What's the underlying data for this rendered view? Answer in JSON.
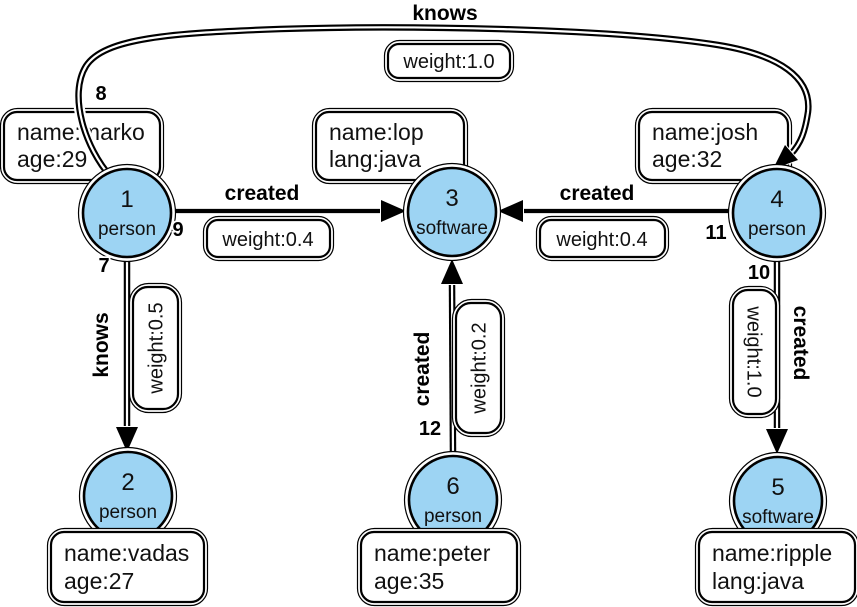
{
  "colors": {
    "node_fill": "#9dd4f3",
    "stroke": "#000000",
    "box_fill": "#ffffff",
    "background": "#ffffff"
  },
  "nodes": [
    {
      "id": "1",
      "type": "person",
      "props": [
        "name:marko",
        "age:29"
      ]
    },
    {
      "id": "2",
      "type": "person",
      "props": [
        "name:vadas",
        "age:27"
      ]
    },
    {
      "id": "3",
      "type": "software",
      "props": [
        "name:lop",
        "lang:java"
      ]
    },
    {
      "id": "4",
      "type": "person",
      "props": [
        "name:josh",
        "age:32"
      ]
    },
    {
      "id": "5",
      "type": "software",
      "props": [
        "name:ripple",
        "lang:java"
      ]
    },
    {
      "id": "6",
      "type": "person",
      "props": [
        "name:peter",
        "age:35"
      ]
    }
  ],
  "edges": [
    {
      "id": "8",
      "label": "knows",
      "weight_label": "weight:1.0",
      "from": "1",
      "to": "4"
    },
    {
      "id": "9",
      "label": "created",
      "weight_label": "weight:0.4",
      "from": "1",
      "to": "3"
    },
    {
      "id": "11",
      "label": "created",
      "weight_label": "weight:0.4",
      "from": "4",
      "to": "3"
    },
    {
      "id": "7",
      "label": "knows",
      "weight_label": "weight:0.5",
      "from": "1",
      "to": "2"
    },
    {
      "id": "12",
      "label": "created",
      "weight_label": "weight:0.2",
      "from": "6",
      "to": "3"
    },
    {
      "id": "10",
      "label": "created",
      "weight_label": "weight:1.0",
      "from": "4",
      "to": "5"
    }
  ]
}
